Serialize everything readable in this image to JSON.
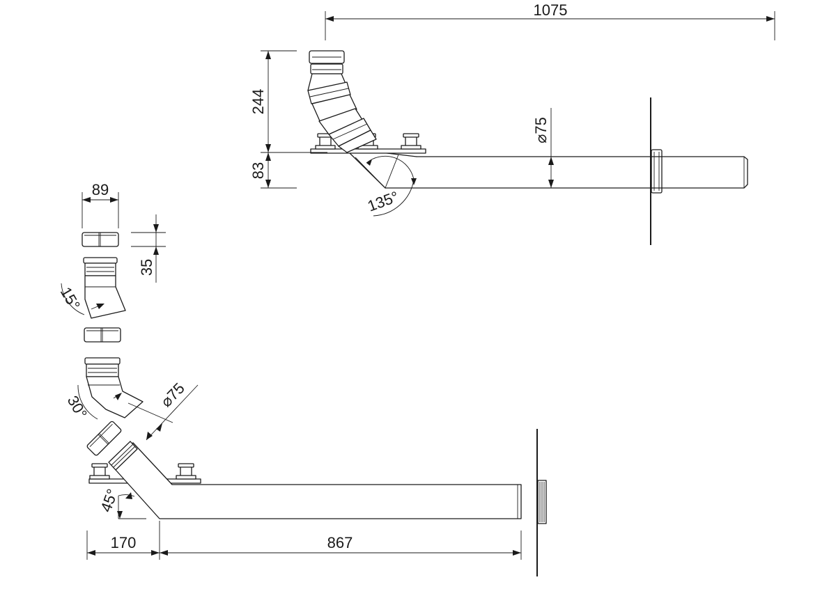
{
  "dimensions": {
    "overall_length": "1075",
    "elbow_height": "244",
    "bracket_height": "83",
    "top_diameter": "⌀75",
    "assembly_angle": "135°",
    "coupler_width": "89",
    "coupler_height": "35",
    "bend_15": "15°",
    "bend_30": "30°",
    "bottom_diameter": "⌀75",
    "bend_45": "45°",
    "offset_length": "170",
    "pipe_length": "867"
  }
}
